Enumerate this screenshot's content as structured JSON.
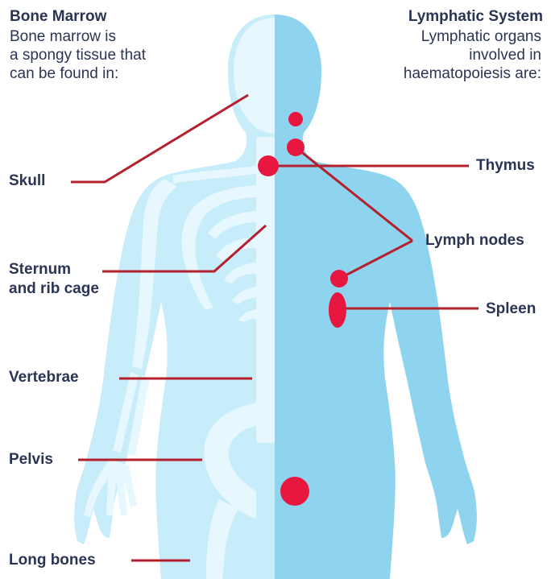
{
  "bone_marrow": {
    "title": "Bone Marrow",
    "description": "Bone marrow is\na spongy tissue that\ncan be found in:",
    "labels": {
      "skull": "Skull",
      "sternum": "Sternum\nand rib cage",
      "vertebrae": "Vertebrae",
      "pelvis": "Pelvis",
      "long_bones": "Long bones"
    }
  },
  "lymphatic_system": {
    "title": "Lymphatic System",
    "description": "Lymphatic organs\ninvolved in\nhaematopoiesis are:",
    "labels": {
      "thymus": "Thymus",
      "lymph_nodes": "Lymph nodes",
      "spleen": "Spleen"
    }
  },
  "colors": {
    "body_light": "#c5ebf9",
    "body_mid": "#a7dff3",
    "body_dark": "#8fd3ee",
    "bone": "#e8f7fc",
    "leader_line": "#b5202e",
    "organ": "#e8173f",
    "text": "#2b3553"
  }
}
